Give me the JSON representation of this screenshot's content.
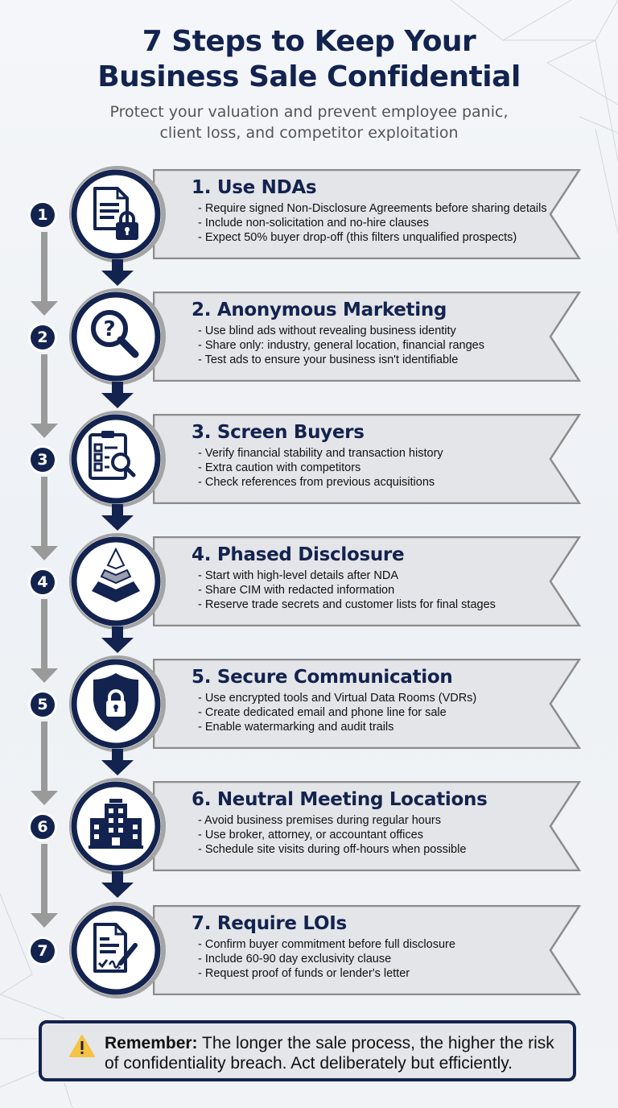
{
  "header": {
    "title_line1": "7 Steps to Keep Your",
    "title_line2": "Business Sale Confidential",
    "subtitle_line1": "Protect your valuation and prevent employee panic,",
    "subtitle_line2": "client loss, and competitor exploitation"
  },
  "colors": {
    "navy": "#13234f",
    "ribbon_fill": "#e4e5e8",
    "ribbon_border": "#8c8c8c",
    "gray_arrow": "#9a9a9a",
    "warning_yellow": "#f5c343"
  },
  "steps": [
    {
      "number": "1",
      "title": "1. Use NDAs",
      "icon": "document-lock-icon",
      "bullets": [
        "- Require signed Non-Disclosure Agreements before sharing details",
        "- Include non-solicitation and no-hire clauses",
        "- Expect 50% buyer drop-off (this filters unqualified prospects)"
      ]
    },
    {
      "number": "2",
      "title": "2. Anonymous Marketing",
      "icon": "magnifier-question-icon",
      "bullets": [
        "- Use blind ads without revealing business identity",
        "- Share only: industry, general location, financial ranges",
        "- Test ads to ensure your business isn't identifiable"
      ]
    },
    {
      "number": "3",
      "title": "3. Screen Buyers",
      "icon": "clipboard-search-icon",
      "bullets": [
        "- Verify financial stability and transaction history",
        "- Extra caution with competitors",
        "- Check references from previous acquisitions"
      ]
    },
    {
      "number": "4",
      "title": "4. Phased Disclosure",
      "icon": "pyramid-layers-icon",
      "bullets": [
        "- Start with high-level details after NDA",
        "- Share CIM with redacted information",
        "- Reserve trade secrets and customer lists for final stages"
      ]
    },
    {
      "number": "5",
      "title": "5. Secure Communication",
      "icon": "shield-lock-icon",
      "bullets": [
        "- Use encrypted tools and Virtual Data Rooms (VDRs)",
        "- Create dedicated email and phone line for sale",
        "- Enable watermarking and audit trails"
      ]
    },
    {
      "number": "6",
      "title": "6. Neutral Meeting Locations",
      "icon": "office-building-icon",
      "bullets": [
        "- Avoid business premises during regular hours",
        "- Use broker, attorney, or accountant offices",
        "- Schedule site visits during off-hours when possible"
      ]
    },
    {
      "number": "7",
      "title": "7. Require LOIs",
      "icon": "signed-document-icon",
      "bullets": [
        "- Confirm buyer commitment before full disclosure",
        "- Include 60-90 day exclusivity clause",
        "- Request proof of funds or lender's letter"
      ]
    }
  ],
  "reminder": {
    "icon": "warning-icon",
    "label": "Remember:",
    "text": " The longer the sale process, the higher the risk of confidentiality breach. Act deliberately but efficiently."
  }
}
